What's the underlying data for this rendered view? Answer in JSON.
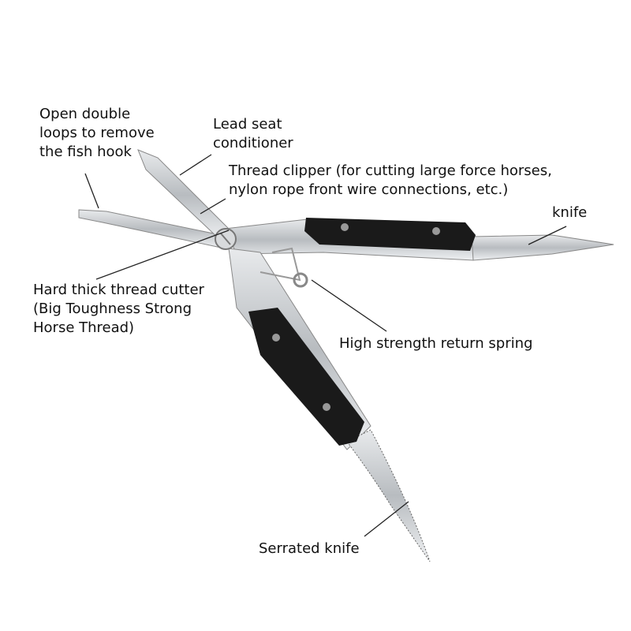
{
  "labels": {
    "hook_remover": [
      "Open double",
      "loops to remove",
      "the fish hook"
    ],
    "lead_seat": [
      "Lead seat",
      "conditioner"
    ],
    "thread_clipper": [
      "Thread clipper (for cutting large force horses,",
      "nylon rope front wire connections, etc.)"
    ],
    "knife": "knife",
    "thread_cutter": [
      "Hard thick thread cutter",
      "(Big Toughness Strong",
      "Horse Thread)"
    ],
    "spring": "High strength return spring",
    "serrated_knife": "Serrated knife"
  },
  "colors": {
    "steel": "#c9cccf",
    "handle": "#1a1a1a",
    "line": "#222222"
  }
}
